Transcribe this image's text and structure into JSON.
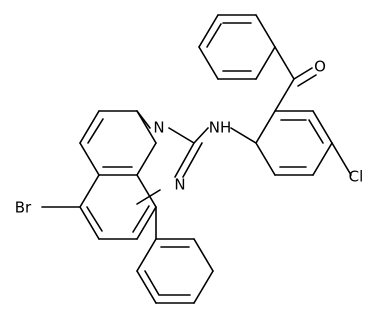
{
  "molecule": {
    "atoms": {
      "oxygen": "O",
      "amine": "NH",
      "ring_n_top": "N",
      "ring_n_bottom": "N",
      "bromine": "Br",
      "chlorine": "Cl"
    }
  },
  "colors": {
    "stroke": "#000000",
    "background": "#ffffff"
  }
}
